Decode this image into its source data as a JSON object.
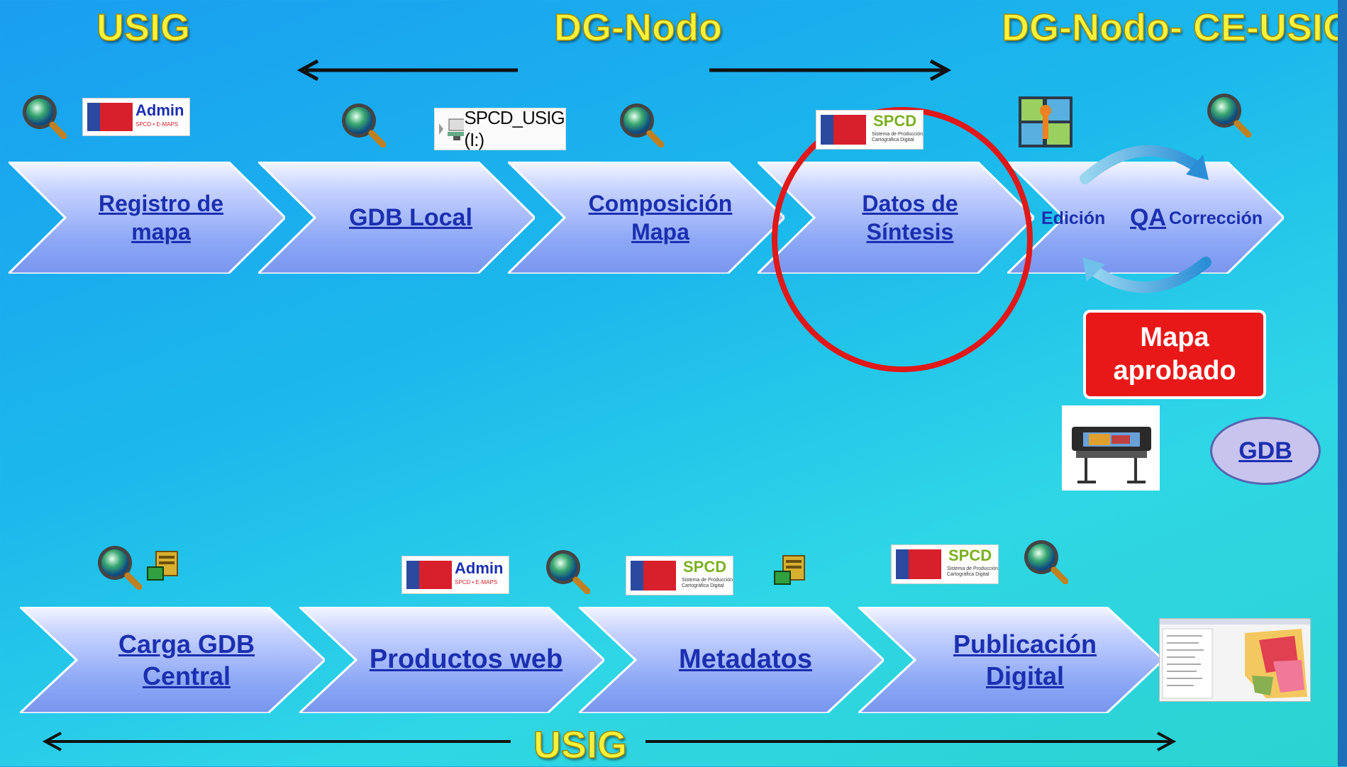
{
  "headers": {
    "left": "USIG",
    "center": "DG-Nodo",
    "right": "DG-Nodo- CE-USIG",
    "bottom": "USIG"
  },
  "top_steps": [
    {
      "line1": "Registro de",
      "line2": "mapa"
    },
    {
      "line1": "GDB Local",
      "line2": ""
    },
    {
      "line1": "Composición",
      "line2": "Mapa"
    },
    {
      "line1": "Datos de",
      "line2": "Síntesis"
    }
  ],
  "qa_step": {
    "edicion": "Edición",
    "qa": "QA",
    "correccion": "Corrección"
  },
  "approved_box": {
    "line1": "Mapa",
    "line2": "aprobado"
  },
  "gdb_oval": "GDB",
  "bottom_steps": [
    {
      "line1": "Carga GDB",
      "line2": "Central"
    },
    {
      "line1": "Productos web",
      "line2": ""
    },
    {
      "line1": "Metadatos",
      "line2": ""
    },
    {
      "line1": "Publicación",
      "line2": "Digital"
    }
  ],
  "drive_label": "SPCD_USIG (I:)",
  "logos": {
    "admin": {
      "word": "Admin",
      "sub": "SPCD • E-MAPS"
    },
    "spcd": {
      "word": "SPCD",
      "sub1": "Sistema de Producción",
      "sub2": "Cartográfica Digital"
    }
  },
  "colors": {
    "header_yellow": "#f6f23a",
    "link_blue": "#1b2fb0",
    "highlight_red": "#e01818",
    "approved_red": "#e81818"
  },
  "icons": [
    "magnifier-globe-icon",
    "server-icon",
    "printer-icon",
    "map-screenshot-icon",
    "layers-map-icon",
    "drive-icon"
  ]
}
